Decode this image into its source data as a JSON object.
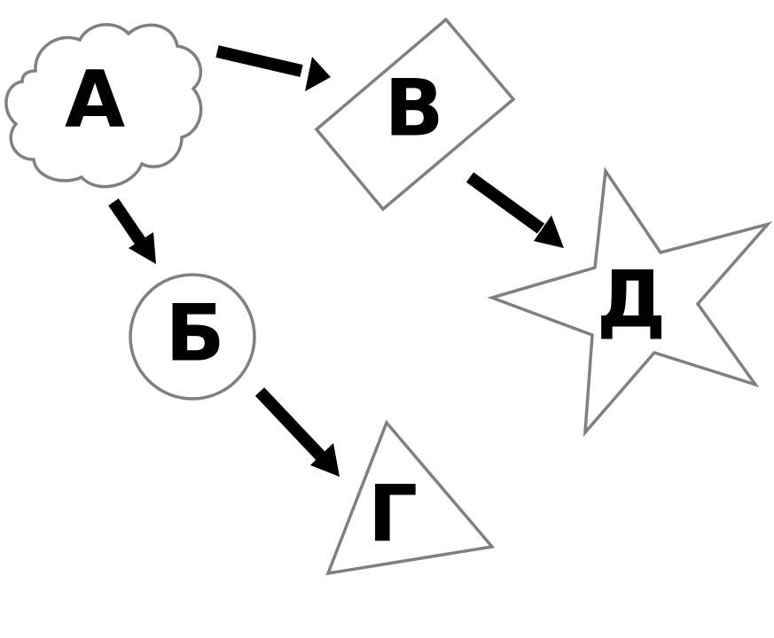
{
  "nodes": {
    "a": {
      "label": "А",
      "shape": "cloud"
    },
    "b": {
      "label": "Б",
      "shape": "circle"
    },
    "v": {
      "label": "В",
      "shape": "rectangle"
    },
    "g": {
      "label": "Г",
      "shape": "triangle"
    },
    "d": {
      "label": "Д",
      "shape": "star"
    }
  },
  "edges": [
    {
      "from": "А",
      "to": "В"
    },
    {
      "from": "А",
      "to": "Б"
    },
    {
      "from": "В",
      "to": "Д"
    },
    {
      "from": "Б",
      "to": "Г"
    }
  ],
  "colors": {
    "shape_stroke": "#808080",
    "shape_fill": "#ffffff",
    "arrow": "#000000",
    "text": "#000000"
  }
}
